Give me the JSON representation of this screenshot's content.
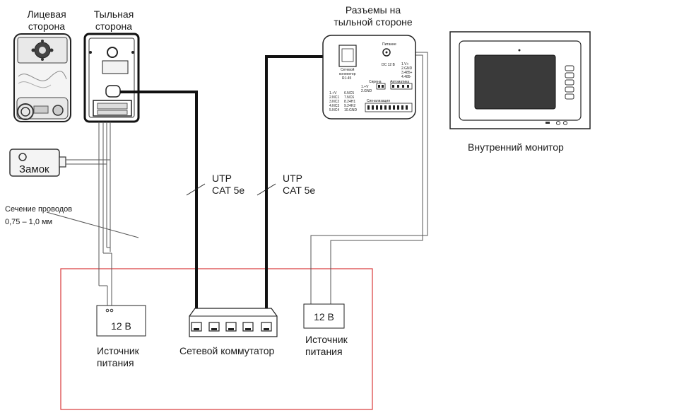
{
  "labels": {
    "front_side": [
      "Лицевая",
      "сторона"
    ],
    "back_side": [
      "Тыльная",
      "сторона"
    ],
    "connectors_back": [
      "Разъемы на",
      "тыльной стороне"
    ],
    "inner_monitor": "Внутренний монитор",
    "lock": "Замок",
    "wire_section": [
      "Сечение проводов",
      "0,75 – 1,0 мм"
    ],
    "utp_left": [
      "UTP",
      "CAT 5e"
    ],
    "utp_right": [
      "UTP",
      "CAT 5e"
    ],
    "psu_left": {
      "voltage": "12 В",
      "caption": [
        "Источник",
        "питания"
      ]
    },
    "psu_right": {
      "voltage": "12 В",
      "caption": [
        "Источник",
        "питания"
      ]
    },
    "switch": "Сетевой коммутатор"
  },
  "connector_panel": {
    "power_title": "Питание",
    "power_label": "DC 12 В",
    "power_pins": [
      "1.V+",
      "2.GND",
      "3.485+",
      "4.485-"
    ],
    "rj45_label": [
      "Сетевой",
      "коннектор",
      "RJ-45"
    ],
    "siren_title": "Сирена",
    "siren_pins": [
      "1.+V",
      "2.GND"
    ],
    "auto_title": "Автоматика",
    "signal_title": "Сигнализация",
    "signal_pins_left": [
      "1.+V",
      "2.NC1",
      "3.NC2",
      "4.NC3",
      "5.NC4"
    ],
    "signal_pins_right": [
      "6.NC5",
      "7.NC6",
      "8.24H1",
      "9.24H2",
      "10.GND"
    ]
  },
  "colors": {
    "red_frame": "#d9383a",
    "cable": "#111111",
    "wire": "#555555"
  }
}
